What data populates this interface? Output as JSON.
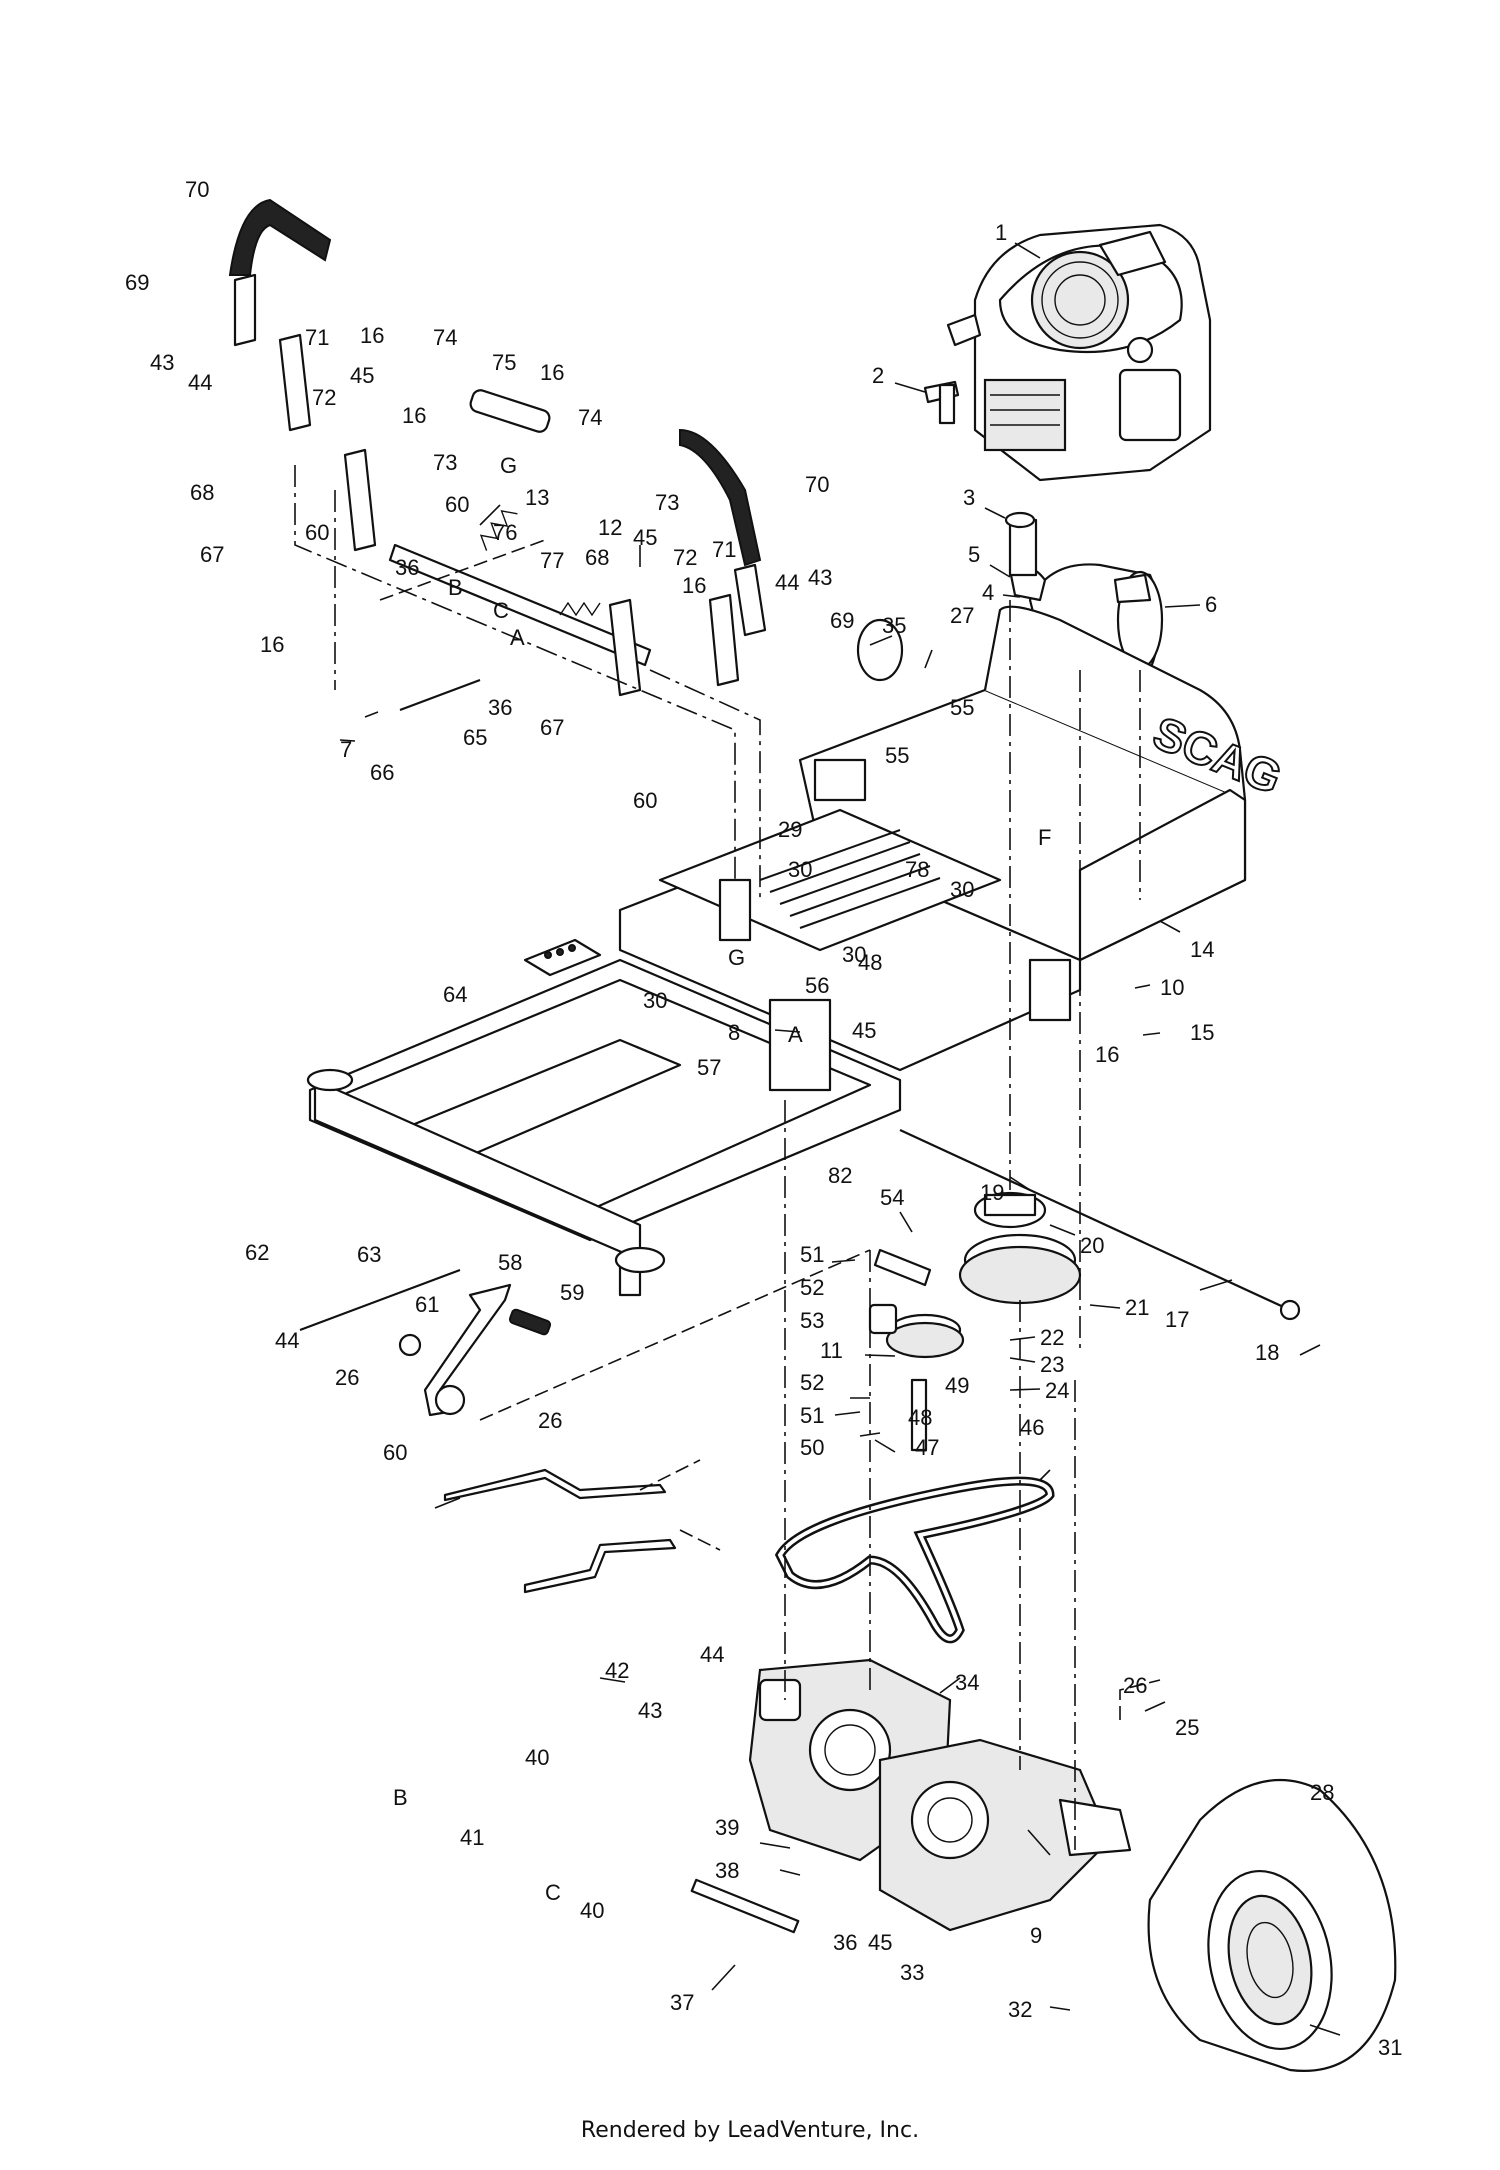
{
  "footer": {
    "rendered_by": "Rendered by LeadVenture, Inc."
  },
  "frame_logo": "SCAG",
  "callouts": [
    {
      "id": "c-1",
      "label": "1"
    },
    {
      "id": "c-2",
      "label": "2"
    },
    {
      "id": "c-3",
      "label": "3"
    },
    {
      "id": "c-4",
      "label": "4"
    },
    {
      "id": "c-5",
      "label": "5"
    },
    {
      "id": "c-6",
      "label": "6"
    },
    {
      "id": "c-7",
      "label": "7"
    },
    {
      "id": "c-8",
      "label": "8"
    },
    {
      "id": "c-9",
      "label": "9"
    },
    {
      "id": "c-10",
      "label": "10"
    },
    {
      "id": "c-11",
      "label": "11"
    },
    {
      "id": "c-12",
      "label": "12"
    },
    {
      "id": "c-13",
      "label": "13"
    },
    {
      "id": "c-14",
      "label": "14"
    },
    {
      "id": "c-15",
      "label": "15"
    },
    {
      "id": "c-16a",
      "label": "16"
    },
    {
      "id": "c-16b",
      "label": "16"
    },
    {
      "id": "c-16c",
      "label": "16"
    },
    {
      "id": "c-16d",
      "label": "16"
    },
    {
      "id": "c-16e",
      "label": "16"
    },
    {
      "id": "c-16f",
      "label": "16"
    },
    {
      "id": "c-17",
      "label": "17"
    },
    {
      "id": "c-18",
      "label": "18"
    },
    {
      "id": "c-19",
      "label": "19"
    },
    {
      "id": "c-20",
      "label": "20"
    },
    {
      "id": "c-21",
      "label": "21"
    },
    {
      "id": "c-22",
      "label": "22"
    },
    {
      "id": "c-23",
      "label": "23"
    },
    {
      "id": "c-24",
      "label": "24"
    },
    {
      "id": "c-25",
      "label": "25"
    },
    {
      "id": "c-26a",
      "label": "26"
    },
    {
      "id": "c-26b",
      "label": "26"
    },
    {
      "id": "c-26c",
      "label": "26"
    },
    {
      "id": "c-27",
      "label": "27"
    },
    {
      "id": "c-28",
      "label": "28"
    },
    {
      "id": "c-29",
      "label": "29"
    },
    {
      "id": "c-30a",
      "label": "30"
    },
    {
      "id": "c-30b",
      "label": "30"
    },
    {
      "id": "c-30c",
      "label": "30"
    },
    {
      "id": "c-30d",
      "label": "30"
    },
    {
      "id": "c-31",
      "label": "31"
    },
    {
      "id": "c-32",
      "label": "32"
    },
    {
      "id": "c-33",
      "label": "33"
    },
    {
      "id": "c-34",
      "label": "34"
    },
    {
      "id": "c-35",
      "label": "35"
    },
    {
      "id": "c-36a",
      "label": "36"
    },
    {
      "id": "c-36b",
      "label": "36"
    },
    {
      "id": "c-36c",
      "label": "36"
    },
    {
      "id": "c-37",
      "label": "37"
    },
    {
      "id": "c-38",
      "label": "38"
    },
    {
      "id": "c-39",
      "label": "39"
    },
    {
      "id": "c-40a",
      "label": "40"
    },
    {
      "id": "c-40b",
      "label": "40"
    },
    {
      "id": "c-41",
      "label": "41"
    },
    {
      "id": "c-42",
      "label": "42"
    },
    {
      "id": "c-43a",
      "label": "43"
    },
    {
      "id": "c-43b",
      "label": "43"
    },
    {
      "id": "c-43c",
      "label": "43"
    },
    {
      "id": "c-44a",
      "label": "44"
    },
    {
      "id": "c-44b",
      "label": "44"
    },
    {
      "id": "c-44c",
      "label": "44"
    },
    {
      "id": "c-44d",
      "label": "44"
    },
    {
      "id": "c-45a",
      "label": "45"
    },
    {
      "id": "c-45b",
      "label": "45"
    },
    {
      "id": "c-45c",
      "label": "45"
    },
    {
      "id": "c-45d",
      "label": "45"
    },
    {
      "id": "c-46",
      "label": "46"
    },
    {
      "id": "c-47",
      "label": "47"
    },
    {
      "id": "c-48a",
      "label": "48"
    },
    {
      "id": "c-48b",
      "label": "48"
    },
    {
      "id": "c-49",
      "label": "49"
    },
    {
      "id": "c-50",
      "label": "50"
    },
    {
      "id": "c-51a",
      "label": "51"
    },
    {
      "id": "c-51b",
      "label": "51"
    },
    {
      "id": "c-52a",
      "label": "52"
    },
    {
      "id": "c-52b",
      "label": "52"
    },
    {
      "id": "c-53",
      "label": "53"
    },
    {
      "id": "c-54",
      "label": "54"
    },
    {
      "id": "c-55a",
      "label": "55"
    },
    {
      "id": "c-55b",
      "label": "55"
    },
    {
      "id": "c-56",
      "label": "56"
    },
    {
      "id": "c-57",
      "label": "57"
    },
    {
      "id": "c-58",
      "label": "58"
    },
    {
      "id": "c-59",
      "label": "59"
    },
    {
      "id": "c-60a",
      "label": "60"
    },
    {
      "id": "c-60b",
      "label": "60"
    },
    {
      "id": "c-60c",
      "label": "60"
    },
    {
      "id": "c-60d",
      "label": "60"
    },
    {
      "id": "c-61",
      "label": "61"
    },
    {
      "id": "c-62",
      "label": "62"
    },
    {
      "id": "c-63",
      "label": "63"
    },
    {
      "id": "c-64",
      "label": "64"
    },
    {
      "id": "c-65",
      "label": "65"
    },
    {
      "id": "c-66",
      "label": "66"
    },
    {
      "id": "c-67a",
      "label": "67"
    },
    {
      "id": "c-67b",
      "label": "67"
    },
    {
      "id": "c-68a",
      "label": "68"
    },
    {
      "id": "c-68b",
      "label": "68"
    },
    {
      "id": "c-69a",
      "label": "69"
    },
    {
      "id": "c-69b",
      "label": "69"
    },
    {
      "id": "c-70a",
      "label": "70"
    },
    {
      "id": "c-70b",
      "label": "70"
    },
    {
      "id": "c-71a",
      "label": "71"
    },
    {
      "id": "c-71b",
      "label": "71"
    },
    {
      "id": "c-72a",
      "label": "72"
    },
    {
      "id": "c-72b",
      "label": "72"
    },
    {
      "id": "c-73a",
      "label": "73"
    },
    {
      "id": "c-73b",
      "label": "73"
    },
    {
      "id": "c-74a",
      "label": "74"
    },
    {
      "id": "c-74b",
      "label": "74"
    },
    {
      "id": "c-75",
      "label": "75"
    },
    {
      "id": "c-76",
      "label": "76"
    },
    {
      "id": "c-77",
      "label": "77"
    },
    {
      "id": "c-78",
      "label": "78"
    },
    {
      "id": "c-82",
      "label": "82"
    },
    {
      "id": "l-A1",
      "label": "A"
    },
    {
      "id": "l-A2",
      "label": "A"
    },
    {
      "id": "l-B1",
      "label": "B"
    },
    {
      "id": "l-B2",
      "label": "B"
    },
    {
      "id": "l-C1",
      "label": "C"
    },
    {
      "id": "l-C2",
      "label": "C"
    },
    {
      "id": "l-G1",
      "label": "G"
    },
    {
      "id": "l-G2",
      "label": "G"
    },
    {
      "id": "l-F1",
      "label": "F"
    }
  ]
}
